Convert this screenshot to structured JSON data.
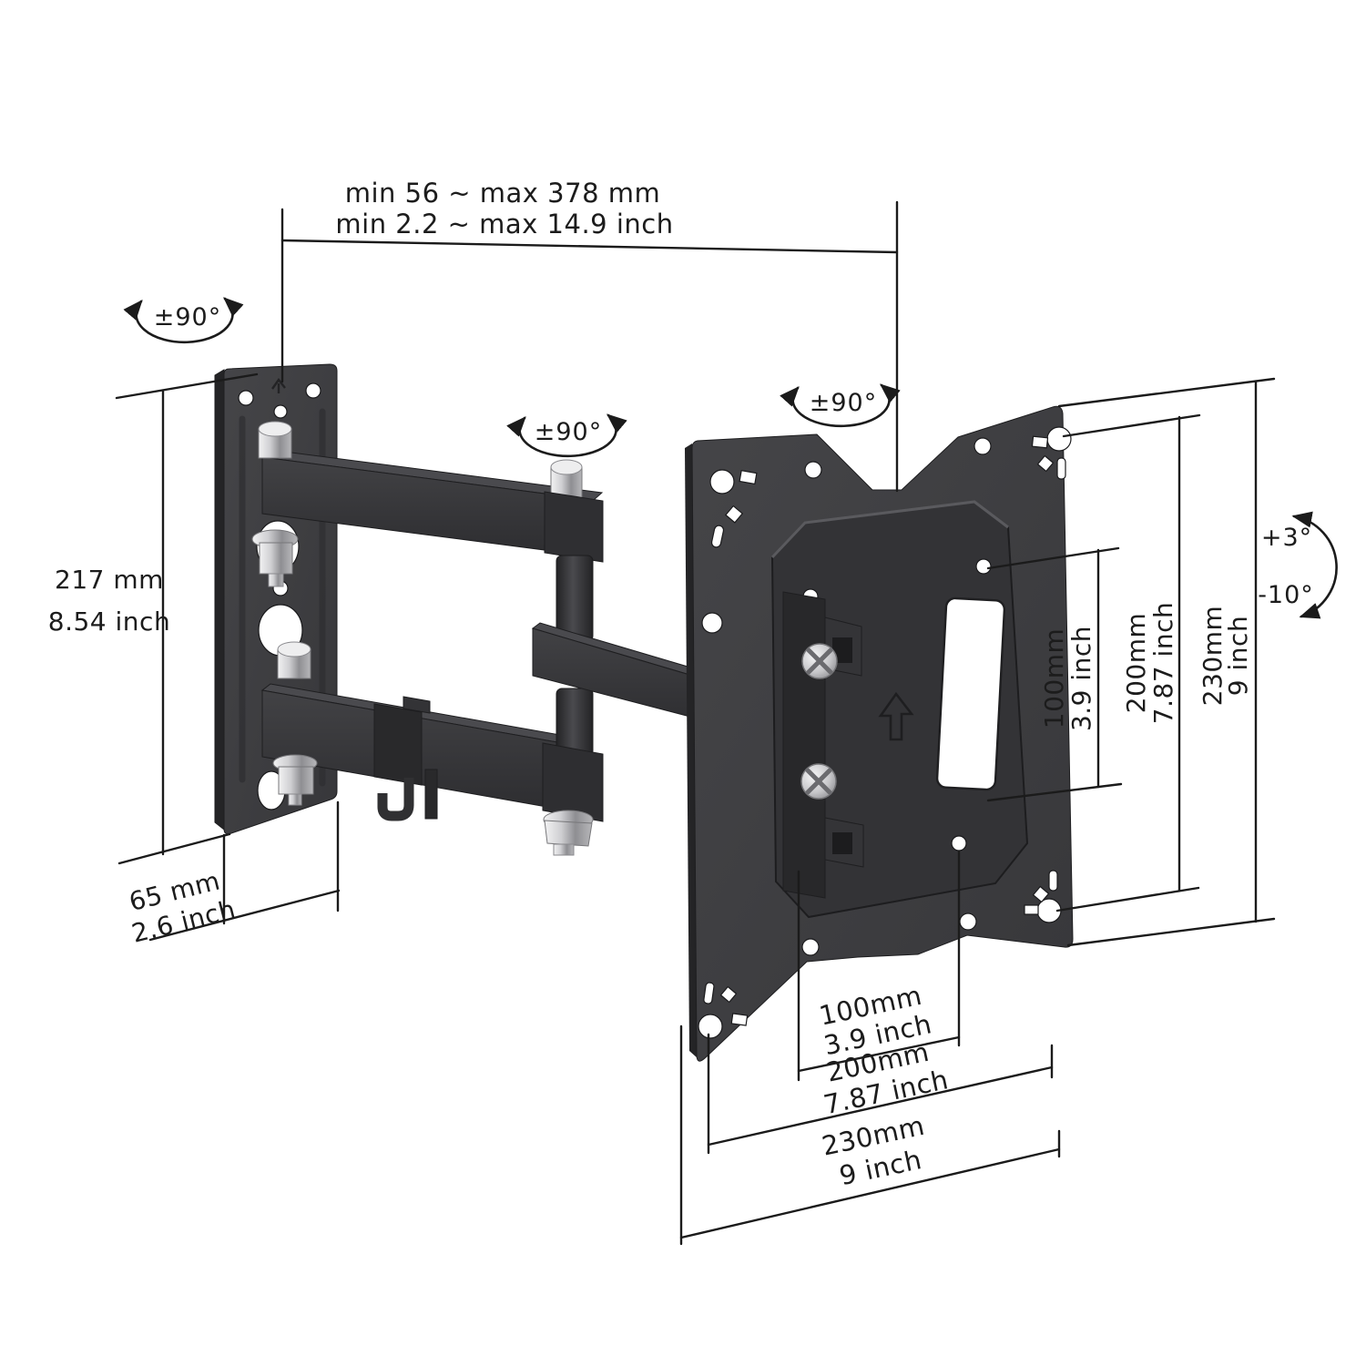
{
  "figure": {
    "name": "Articulating TV wall mount — dimension diagram",
    "background": "#ffffff"
  },
  "colors": {
    "line": "#1b1b1b",
    "text": "#1c1c1c",
    "metal_dark": "#2c2c2e",
    "metal_mid": "#3a3a3d",
    "metal_light": "#4a4a4e",
    "chrome_light": "#f2f2f3",
    "chrome_dark": "#8e8e92"
  },
  "annotations": {
    "extension_range": {
      "metric": "min 56 ~ max 378 mm",
      "imperial": "min 2.2 ~ max 14.9 inch"
    },
    "swivel_wall": {
      "angle": "±90°"
    },
    "swivel_middle": {
      "angle": "±90°"
    },
    "swivel_plate": {
      "angle": "±90°"
    },
    "tilt": {
      "up": "+3°",
      "down": "-10°"
    },
    "wall_plate_height": {
      "metric": "217 mm",
      "imperial": "8.54 inch"
    },
    "wall_plate_width": {
      "metric": "65 mm",
      "imperial": "2.6 inch"
    },
    "vesa_vertical": {
      "v100": {
        "metric": "100mm",
        "imperial": "3.9 inch"
      },
      "v200": {
        "metric": "200mm",
        "imperial": "7.87 inch"
      },
      "v230": {
        "metric": "230mm",
        "imperial": "9 inch"
      }
    },
    "vesa_horizontal": {
      "h100": {
        "metric": "100mm",
        "imperial": "3.9 inch"
      },
      "h200": {
        "metric": "200mm",
        "imperial": "7.87 inch"
      },
      "h230": {
        "metric": "230mm",
        "imperial": "9 inch"
      }
    }
  }
}
